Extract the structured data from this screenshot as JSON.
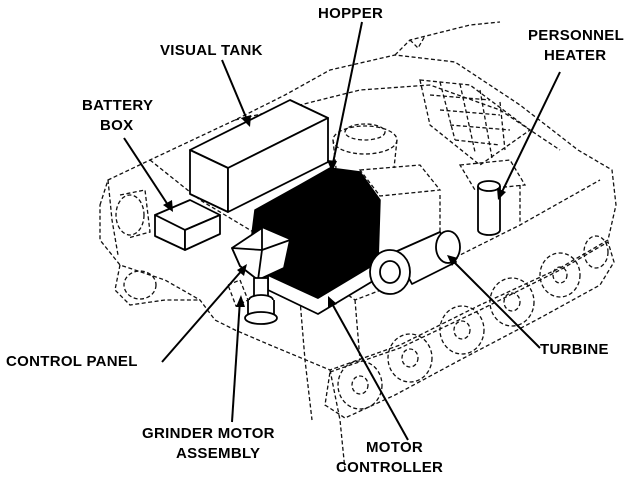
{
  "labels": {
    "hopper": "HOPPER",
    "visual_tank": "VISUAL TANK",
    "personnel_heater_1": "PERSONNEL",
    "personnel_heater_2": "HEATER",
    "battery_box_1": "BATTERY",
    "battery_box_2": "BOX",
    "control_panel": "CONTROL PANEL",
    "turbine": "TURBINE",
    "grinder_motor_1": "GRINDER MOTOR",
    "grinder_motor_2": "ASSEMBLY",
    "motor_controller_1": "MOTOR",
    "motor_controller_2": "CONTROLLER"
  },
  "colors": {
    "ink": "#000000",
    "background": "#ffffff",
    "hopper_fill": "#000000"
  }
}
